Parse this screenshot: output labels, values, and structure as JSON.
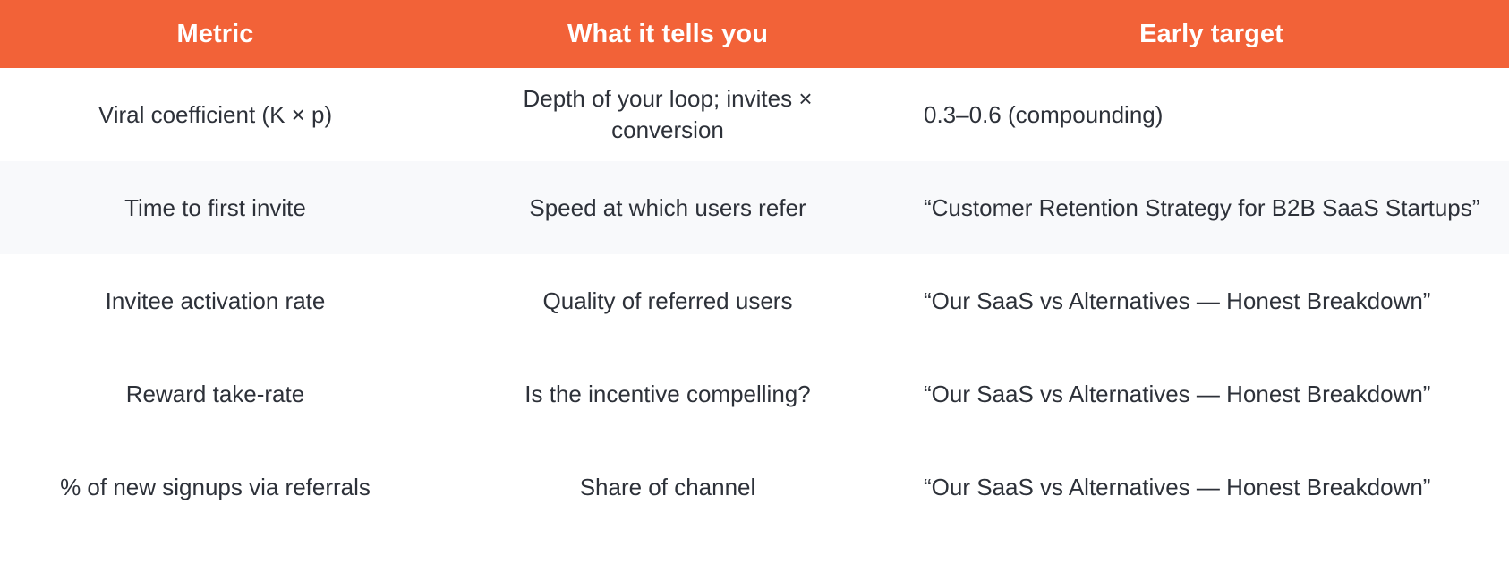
{
  "table": {
    "header_bg": "#F26238",
    "header_text_color": "#FFFFFF",
    "row_shaded_bg": "#F8F9FB",
    "body_text_color": "#2D3139",
    "columns": [
      {
        "label": "Metric"
      },
      {
        "label": "What it tells you"
      },
      {
        "label": "Early target"
      }
    ],
    "rows": [
      {
        "metric": "Viral coefficient (K × p)",
        "tells": "Depth of your loop; invites × conversion",
        "target": "0.3–0.6 (compounding)",
        "shaded": false
      },
      {
        "metric": "Time to first invite",
        "tells": "Speed at which users refer",
        "target": "“Customer Retention Strategy for B2B SaaS Startups”",
        "shaded": true
      },
      {
        "metric": "Invitee activation rate",
        "tells": "Quality of referred users",
        "target": "“Our SaaS vs Alternatives — Honest Breakdown”",
        "shaded": false
      },
      {
        "metric": "Reward take-rate",
        "tells": "Is the incentive compelling?",
        "target": "“Our SaaS vs Alternatives — Honest Breakdown”",
        "shaded": false
      },
      {
        "metric": "% of new signups via referrals",
        "tells": "Share of channel",
        "target": "“Our SaaS vs Alternatives — Honest Breakdown”",
        "shaded": false
      }
    ]
  }
}
